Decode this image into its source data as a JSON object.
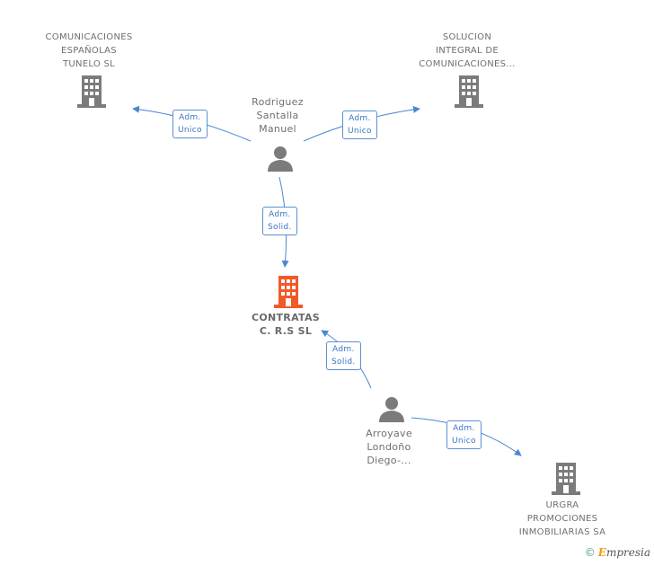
{
  "nodes": {
    "top_left_company": {
      "lines": [
        "COMUNICACIONES",
        "ESPAÑOLAS",
        "TUNELO SL"
      ]
    },
    "top_right_company": {
      "lines": [
        "SOLUCION",
        "INTEGRAL DE",
        "COMUNICACIONES..."
      ]
    },
    "person_top": {
      "lines": [
        "Rodriguez",
        "Santalla",
        "Manuel"
      ]
    },
    "main_company": {
      "lines": [
        "CONTRATAS",
        "C. R.S SL"
      ]
    },
    "person_bottom": {
      "lines": [
        "Arroyave",
        "Londoño",
        "Diego-..."
      ]
    },
    "bottom_right_company": {
      "lines": [
        "URGRA",
        "PROMOCIONES",
        "INMOBILIARIAS SA"
      ]
    }
  },
  "edges": {
    "e1": {
      "lines": [
        "Adm.",
        "Unico"
      ]
    },
    "e2": {
      "lines": [
        "Adm.",
        "Unico"
      ]
    },
    "e3": {
      "lines": [
        "Adm.",
        "Solid."
      ]
    },
    "e4": {
      "lines": [
        "Adm.",
        "Solid."
      ]
    },
    "e5": {
      "lines": [
        "Adm.",
        "Unico"
      ]
    }
  },
  "colors": {
    "edge": "#4a86d4",
    "main_icon": "#f05a28",
    "icon": "#7b7b7b"
  },
  "footer": {
    "copyright": "©",
    "brand_initial": "E",
    "brand_rest": "mpresia"
  }
}
